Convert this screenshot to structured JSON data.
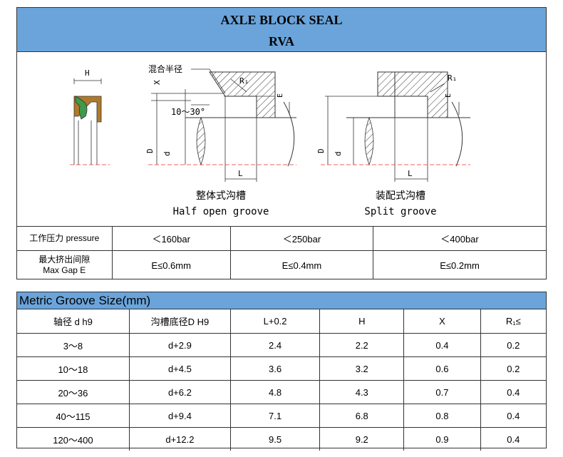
{
  "header": {
    "title": "AXLE BLOCK SEAL",
    "model": "RVA"
  },
  "drawing": {
    "mixed_radius_label": "混合半径",
    "angle_label": "10～30°",
    "open_groove_cn": "整体式沟槽",
    "open_groove_en": "Half open groove",
    "split_groove_cn": "装配式沟槽",
    "split_groove_en": "Split groove",
    "dim_H": "H",
    "dim_X": "X",
    "dim_R1": "R₁",
    "dim_E": "E",
    "dim_D": "D",
    "dim_d": "d",
    "dim_L": "L"
  },
  "performance": {
    "pressure_label": "工作压力 pressure",
    "pressures": [
      "＜160bar",
      "＜250bar",
      "＜400bar"
    ],
    "gap_label_cn": "最大挤出间隙",
    "gap_label_en": "Max Gap E",
    "gaps": [
      "E≤0.6mm",
      "E≤0.4mm",
      "E≤0.2mm"
    ]
  },
  "metric": {
    "title": "Metric Groove Size(mm)",
    "headers": [
      "轴径 d h9",
      "沟槽底径D H9",
      "L+0.2",
      "H",
      "X",
      "R₁≤"
    ],
    "rows": [
      [
        "3～8",
        "d+2.9",
        "2.4",
        "2.2",
        "0.4",
        "0.2"
      ],
      [
        "10～18",
        "d+4.5",
        "3.6",
        "3.2",
        "0.6",
        "0.2"
      ],
      [
        "20～36",
        "d+6.2",
        "4.8",
        "4.3",
        "0.7",
        "0.4"
      ],
      [
        "40～115",
        "d+9.4",
        "7.1",
        "6.8",
        "0.8",
        "0.4"
      ],
      [
        "120～400",
        "d+12.2",
        "9.5",
        "9.2",
        "0.9",
        "0.4"
      ]
    ]
  },
  "colors": {
    "header_band": "#6aa4da",
    "seal_brown": "#b07a2c",
    "seal_green": "#3f9a4a",
    "centerline_red": "#e53030"
  }
}
